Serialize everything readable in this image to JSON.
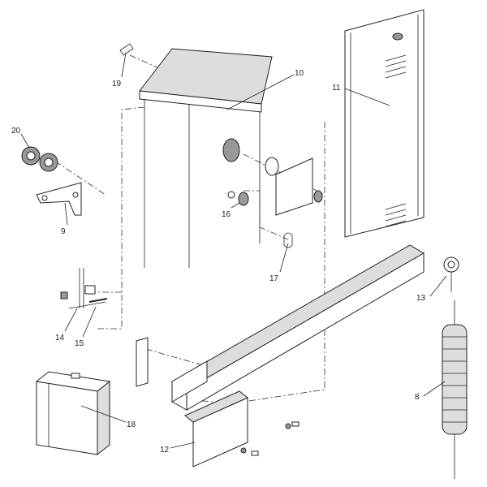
{
  "diagram": {
    "type": "exploded-parts-view",
    "callouts": {
      "p19": "19",
      "p10": "10",
      "p11": "11",
      "p20": "20",
      "p9": "9",
      "p16": "16",
      "p17": "17",
      "p13": "13",
      "p14": "14",
      "p15": "15",
      "p8": "8",
      "p18": "18",
      "p12": "12"
    }
  }
}
